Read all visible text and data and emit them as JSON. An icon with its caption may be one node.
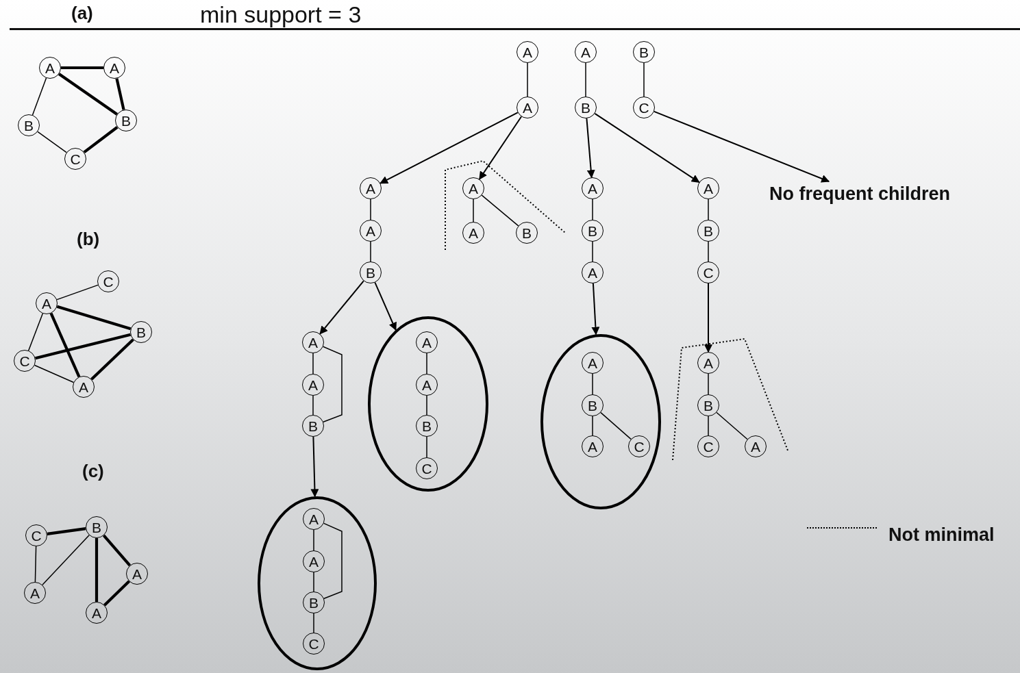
{
  "diagram": {
    "title": "min support = 3",
    "nodes": [
      {
        "text": [
          "A"
        ]
      },
      {
        "text": [
          "A"
        ]
      },
      {
        "text": [
          "B"
        ]
      },
      {
        "text": [
          "B"
        ]
      },
      {
        "text": [
          "C"
        ]
      },
      {
        "text": [
          "C"
        ]
      },
      {
        "text": [
          "A"
        ]
      },
      {
        "text": [
          "B"
        ]
      },
      {
        "text": [
          "C"
        ]
      },
      {
        "text": [
          "A"
        ]
      },
      {
        "text": [
          "C"
        ]
      },
      {
        "text": [
          "B"
        ]
      },
      {
        "text": [
          "A"
        ]
      },
      {
        "text": [
          "A"
        ]
      },
      {
        "text": [
          "A"
        ]
      },
      {
        "text": [
          "A"
        ]
      },
      {
        "text": [
          "A"
        ]
      },
      {
        "text": [
          "A"
        ]
      },
      {
        "text": [
          "B"
        ]
      },
      {
        "text": [
          "B"
        ]
      },
      {
        "text": [
          "C"
        ]
      },
      {
        "text": [
          "A"
        ]
      },
      {
        "text": [
          "A"
        ]
      },
      {
        "text": [
          "B"
        ]
      },
      {
        "text": [
          "A"
        ]
      },
      {
        "text": [
          "A"
        ]
      },
      {
        "text": [
          "B"
        ]
      },
      {
        "text": [
          "A"
        ]
      },
      {
        "text": [
          "B"
        ]
      },
      {
        "text": [
          "A"
        ]
      },
      {
        "text": [
          "A"
        ]
      },
      {
        "text": [
          "B"
        ]
      },
      {
        "text": [
          "C"
        ]
      },
      {
        "text": [
          "No frequent children"
        ]
      },
      {
        "text": [
          "A"
        ]
      },
      {
        "text": [
          "A"
        ]
      },
      {
        "text": [
          "B"
        ]
      },
      {
        "text": [],
        "shape": "ellipse"
      },
      {
        "text": [
          "A"
        ],
        "in": 37
      },
      {
        "text": [
          "A"
        ],
        "in": 37
      },
      {
        "text": [
          "B"
        ],
        "in": 37
      },
      {
        "text": [
          "C"
        ],
        "in": 37
      },
      {
        "text": [],
        "shape": "ellipse"
      },
      {
        "text": [
          "A"
        ],
        "in": 42
      },
      {
        "text": [
          "B"
        ],
        "in": 42
      },
      {
        "text": [
          "A"
        ],
        "in": 42
      },
      {
        "text": [
          "C"
        ],
        "in": 42
      },
      {
        "text": [
          "A"
        ]
      },
      {
        "text": [
          "B"
        ]
      },
      {
        "text": [
          "C"
        ]
      },
      {
        "text": [
          "A"
        ]
      },
      {
        "text": [],
        "shape": "ellipse"
      },
      {
        "text": [
          "A"
        ],
        "in": 51
      },
      {
        "text": [
          "A"
        ],
        "in": 51
      },
      {
        "text": [
          "B"
        ],
        "in": 51
      },
      {
        "text": [
          "C"
        ],
        "in": 51
      }
    ],
    "edges": [
      {
        "from": 0,
        "to": 1,
        "arrow": "none",
        "style": "thick"
      },
      {
        "from": 0,
        "to": 3,
        "arrow": "none",
        "style": "thick"
      },
      {
        "from": 1,
        "to": 3,
        "arrow": "none",
        "style": "thick"
      },
      {
        "from": 0,
        "to": 2,
        "arrow": "none"
      },
      {
        "from": 2,
        "to": 4,
        "arrow": "none"
      },
      {
        "from": 4,
        "to": 3,
        "arrow": "none",
        "style": "thick"
      },
      {
        "from": 6,
        "to": 5,
        "arrow": "none"
      },
      {
        "from": 6,
        "to": 7,
        "arrow": "none",
        "style": "thick"
      },
      {
        "from": 6,
        "to": 9,
        "arrow": "none",
        "style": "thick"
      },
      {
        "from": 8,
        "to": 7,
        "arrow": "none",
        "style": "thick"
      },
      {
        "from": 8,
        "to": 9,
        "arrow": "none"
      },
      {
        "from": 6,
        "to": 8,
        "arrow": "none"
      },
      {
        "from": 9,
        "to": 7,
        "arrow": "none",
        "style": "thick"
      },
      {
        "from": 10,
        "to": 11,
        "arrow": "none",
        "style": "thick"
      },
      {
        "from": 10,
        "to": 13,
        "arrow": "none"
      },
      {
        "from": 11,
        "to": 13,
        "arrow": "none"
      },
      {
        "from": 11,
        "to": 14,
        "arrow": "none",
        "style": "thick"
      },
      {
        "from": 11,
        "to": 12,
        "arrow": "none",
        "style": "thick"
      },
      {
        "from": 14,
        "to": 12,
        "arrow": "none",
        "style": "thick"
      },
      {
        "from": 15,
        "to": 16,
        "arrow": "none"
      },
      {
        "from": 17,
        "to": 18,
        "arrow": "none"
      },
      {
        "from": 19,
        "to": 20,
        "arrow": "none"
      },
      {
        "from": 21,
        "to": 22,
        "arrow": "none"
      },
      {
        "from": 22,
        "to": 23,
        "arrow": "none"
      },
      {
        "from": 24,
        "to": 25,
        "arrow": "none"
      },
      {
        "from": 24,
        "to": 26,
        "arrow": "none"
      },
      {
        "from": 27,
        "to": 28,
        "arrow": "none"
      },
      {
        "from": 28,
        "to": 29,
        "arrow": "none"
      },
      {
        "from": 30,
        "to": 31,
        "arrow": "none"
      },
      {
        "from": 31,
        "to": 32,
        "arrow": "none"
      },
      {
        "from": 34,
        "to": 35,
        "arrow": "none"
      },
      {
        "from": 35,
        "to": 36,
        "arrow": "none"
      },
      {
        "from": 34,
        "to": 36,
        "arrow": "none"
      },
      {
        "from": 38,
        "to": 39,
        "arrow": "none"
      },
      {
        "from": 39,
        "to": 40,
        "arrow": "none"
      },
      {
        "from": 40,
        "to": 41,
        "arrow": "none"
      },
      {
        "from": 43,
        "to": 44,
        "arrow": "none"
      },
      {
        "from": 44,
        "to": 45,
        "arrow": "none"
      },
      {
        "from": 44,
        "to": 46,
        "arrow": "none"
      },
      {
        "from": 47,
        "to": 48,
        "arrow": "none"
      },
      {
        "from": 48,
        "to": 49,
        "arrow": "none"
      },
      {
        "from": 48,
        "to": 50,
        "arrow": "none"
      },
      {
        "from": 52,
        "to": 53,
        "arrow": "none"
      },
      {
        "from": 53,
        "to": 54,
        "arrow": "none"
      },
      {
        "from": 54,
        "to": 55,
        "arrow": "none"
      },
      {
        "from": 52,
        "to": 54,
        "arrow": "none"
      },
      {
        "from": 16,
        "to": 21,
        "arrow": "to"
      },
      {
        "from": 16,
        "to": 24,
        "arrow": "to"
      },
      {
        "from": 18,
        "to": 27,
        "arrow": "to"
      },
      {
        "from": 18,
        "to": 30,
        "arrow": "to"
      },
      {
        "from": 20,
        "to": 33,
        "arrow": "to"
      },
      {
        "from": 23,
        "to": 34,
        "arrow": "to"
      },
      {
        "from": 23,
        "to": 37,
        "arrow": "to"
      },
      {
        "from": 29,
        "to": 42,
        "arrow": "to"
      },
      {
        "from": 32,
        "to": 47,
        "arrow": "to"
      },
      {
        "from": 36,
        "to": 51,
        "arrow": "to"
      }
    ],
    "labels": [
      "(a)",
      "(b)",
      "(c)"
    ],
    "legend": [
      {
        "text": "Not minimal"
      }
    ]
  }
}
